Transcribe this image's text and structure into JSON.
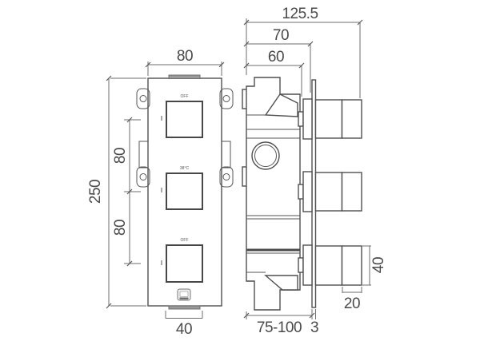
{
  "front_view": {
    "dimensions": {
      "plate_width": "80",
      "overall_height": "250",
      "knob_spacing_upper": "80",
      "knob_spacing_lower": "80",
      "bottom_tab_width": "40"
    },
    "controls": [
      {
        "label": "OFF"
      },
      {
        "label": "38°C"
      },
      {
        "label": "OFF"
      }
    ]
  },
  "side_view": {
    "dimensions": {
      "overall_depth": "125.5",
      "body_depth_70": "70",
      "body_depth_60": "60",
      "handle_height": "40",
      "handle_grip_depth": "20",
      "recess_depth_range": "75-100",
      "plate_thickness": "3"
    }
  },
  "colors": {
    "line": "#4f4f4f",
    "dimension_text": "#4a4a4a",
    "tab_fill": "#9a9a9a",
    "background": "#ffffff"
  }
}
